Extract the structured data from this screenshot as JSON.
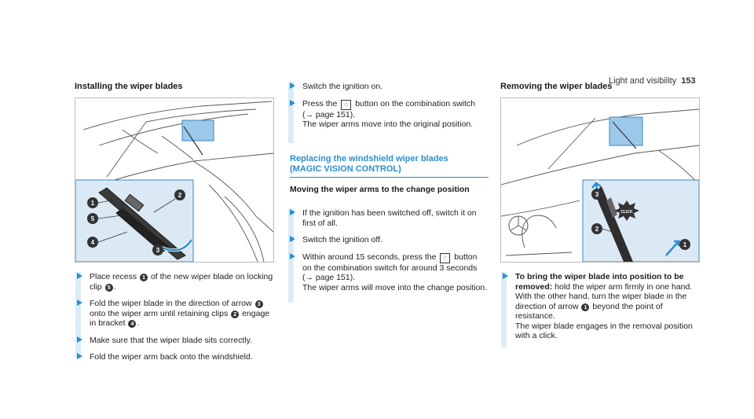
{
  "running_header": {
    "section": "Light and visibility",
    "page_number": "153"
  },
  "col1": {
    "heading": "Installing the wiper blades",
    "figure": {
      "callouts": [
        "1",
        "5",
        "4",
        "2",
        "3"
      ]
    },
    "steps": [
      {
        "a": "Place recess ",
        "n1": "1",
        "b": " of the new wiper blade on locking clip ",
        "n2": "5",
        "c": "."
      },
      {
        "a": "Fold the wiper blade in the direction of arrow ",
        "n1": "3",
        "b": " onto the wiper arm until retaining clips ",
        "n2": "2",
        "c": " engage in bracket ",
        "n3": "4",
        "d": "."
      },
      {
        "text": "Make sure that the wiper blade sits correctly."
      },
      {
        "text": "Fold the wiper arm back onto the windshield."
      }
    ]
  },
  "col2": {
    "steps_top": [
      {
        "text": "Switch the ignition on."
      },
      {
        "a": "Press the ",
        "b": " button on the combination switch (→ page 151).",
        "c": "The wiper arms move into the original position."
      }
    ],
    "section_title": "Replacing the windshield wiper blades",
    "section_subtitle": "(MAGIC VISION CONTROL)",
    "subheading": "Moving the wiper arms to the change position",
    "steps": [
      {
        "text": "If the ignition has been switched off, switch it on first of all."
      },
      {
        "text": "Switch the ignition off."
      },
      {
        "a": "Within around 15 seconds, press the ",
        "b": " button on the combination switch for around 3 seconds (→ page 151).",
        "c": "The wiper arms will move into the change position."
      }
    ],
    "button_icon": "wiper-button-icon"
  },
  "col3": {
    "heading": "Removing the wiper blades",
    "figure": {
      "callouts": [
        "3",
        "2",
        "1"
      ],
      "burst_label": "CLICK"
    },
    "step": {
      "lead": "To bring the wiper blade into position to be removed:",
      "a": " hold the wiper arm firmly in one hand. With the other hand, turn the wiper blade in the direction of arrow ",
      "n1": "1",
      "b": " beyond the point of resistance.",
      "c": "The wiper blade engages in the removal position with a click."
    }
  },
  "colors": {
    "accent": "#2a8fd0",
    "callout_fill": "#dbe9f5",
    "step_bar": "#d9ecf8"
  }
}
